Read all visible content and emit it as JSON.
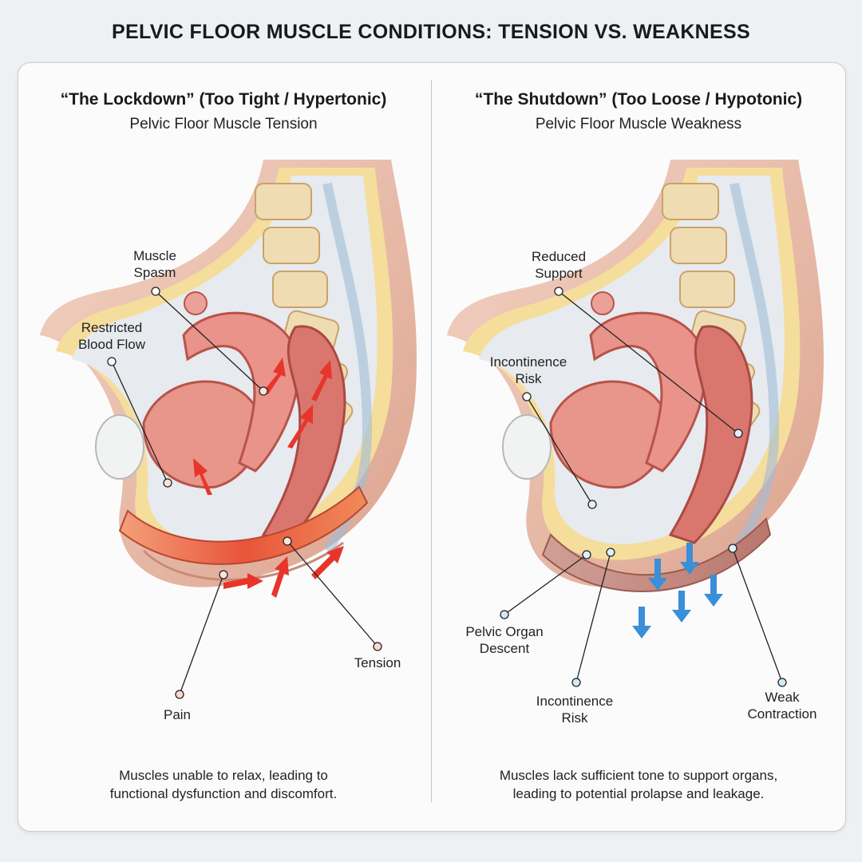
{
  "title": "PELVIC FLOOR MUSCLE CONDITIONS: TENSION VS. WEAKNESS",
  "left": {
    "heading": "“The Lockdown” (Too Tight / Hypertonic)",
    "subheading": "Pelvic Floor Muscle Tension",
    "labels": {
      "muscle_spasm": [
        "Muscle",
        "Spasm"
      ],
      "restricted_blood_flow": [
        "Restricted",
        "Blood Flow"
      ],
      "pain": "Pain",
      "tension": "Tension"
    },
    "caption": [
      "Muscles unable to relax, leading to",
      "functional dysfunction and discomfort."
    ],
    "accent": "#e8463a"
  },
  "right": {
    "heading": "“The Shutdown” (Too Loose / Hypotonic)",
    "subheading": "Pelvic Floor Muscle Weakness",
    "labels": {
      "reduced_support": [
        "Reduced",
        "Support"
      ],
      "incontinence_risk_upper": [
        "Incontinence",
        "Risk"
      ],
      "pelvic_organ_descent": [
        "Pelvic Organ",
        "Descent"
      ],
      "incontinence_risk_lower": [
        "Incontinence",
        "Risk"
      ],
      "weak_contraction": [
        "Weak",
        "Contraction"
      ]
    },
    "caption": [
      "Muscles lack sufficient tone to support organs,",
      "leading to potential prolapse and leakage."
    ],
    "accent": "#3a8fd8"
  }
}
